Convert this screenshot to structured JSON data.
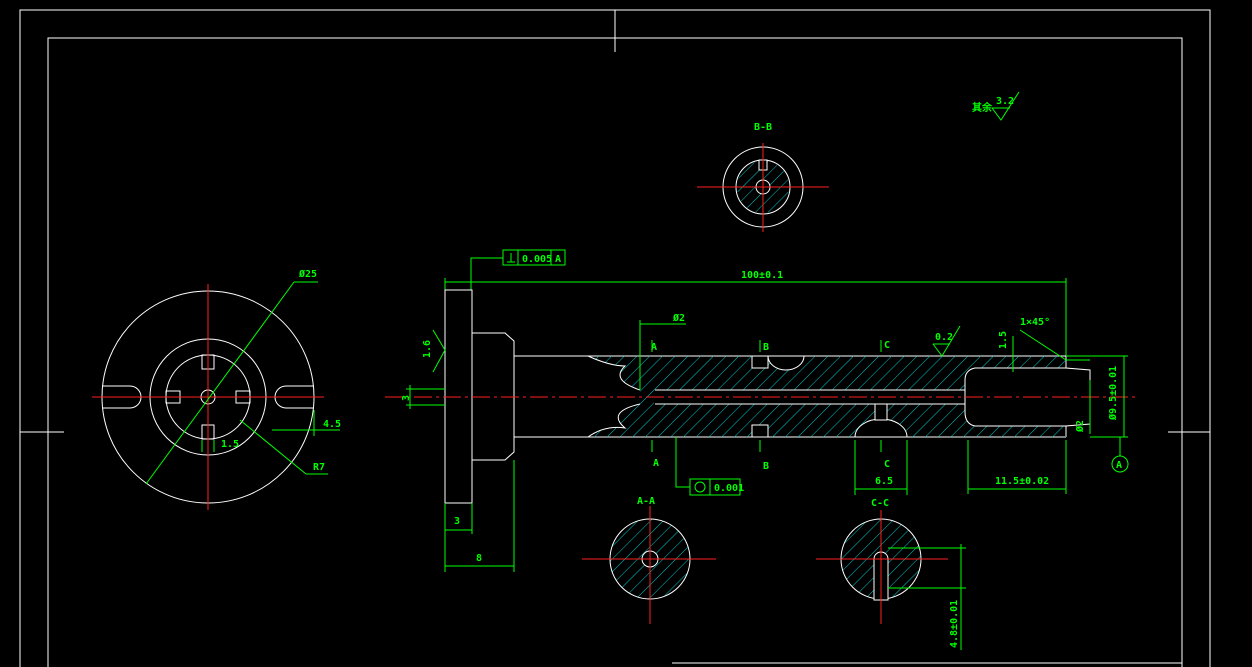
{
  "drawing": {
    "background": "#000000",
    "line_colors": {
      "outline": "#ffffff",
      "dimension": "#00ff00",
      "center": "#ff2020",
      "hatch": "#00c8c8"
    },
    "surface_finish_note": {
      "label": "其余",
      "value": "3.2"
    },
    "section_labels": {
      "bb": "B-B",
      "aa": "A-A",
      "cc": "C-C"
    },
    "end_view": {
      "dia": "Ø25",
      "slot_width": "1.5",
      "offset": "4.5",
      "radius": "R7"
    },
    "main_view": {
      "perpendicularity_value": "0.005",
      "perpendicularity_datum": "A",
      "overall_length": "100±0.1",
      "hole_dia": "Ø2",
      "roughness": "0.2",
      "chamfer": "1×45°",
      "chamfer_len": "1.5",
      "flange_roughness": "1.6",
      "hole_offset": "3",
      "shaft_dia": "Ø9.5±0.01",
      "end_hole_dia": "Ø2",
      "roundness_value": "0.001",
      "slot_pos": "6.5",
      "end_len": "11.5±0.02",
      "flange_thk": "3",
      "head_len": "8",
      "datum": "A",
      "cut_a": "A",
      "cut_b": "B",
      "cut_c": "C"
    },
    "cc_view": {
      "depth": "4.8±0.01"
    }
  }
}
